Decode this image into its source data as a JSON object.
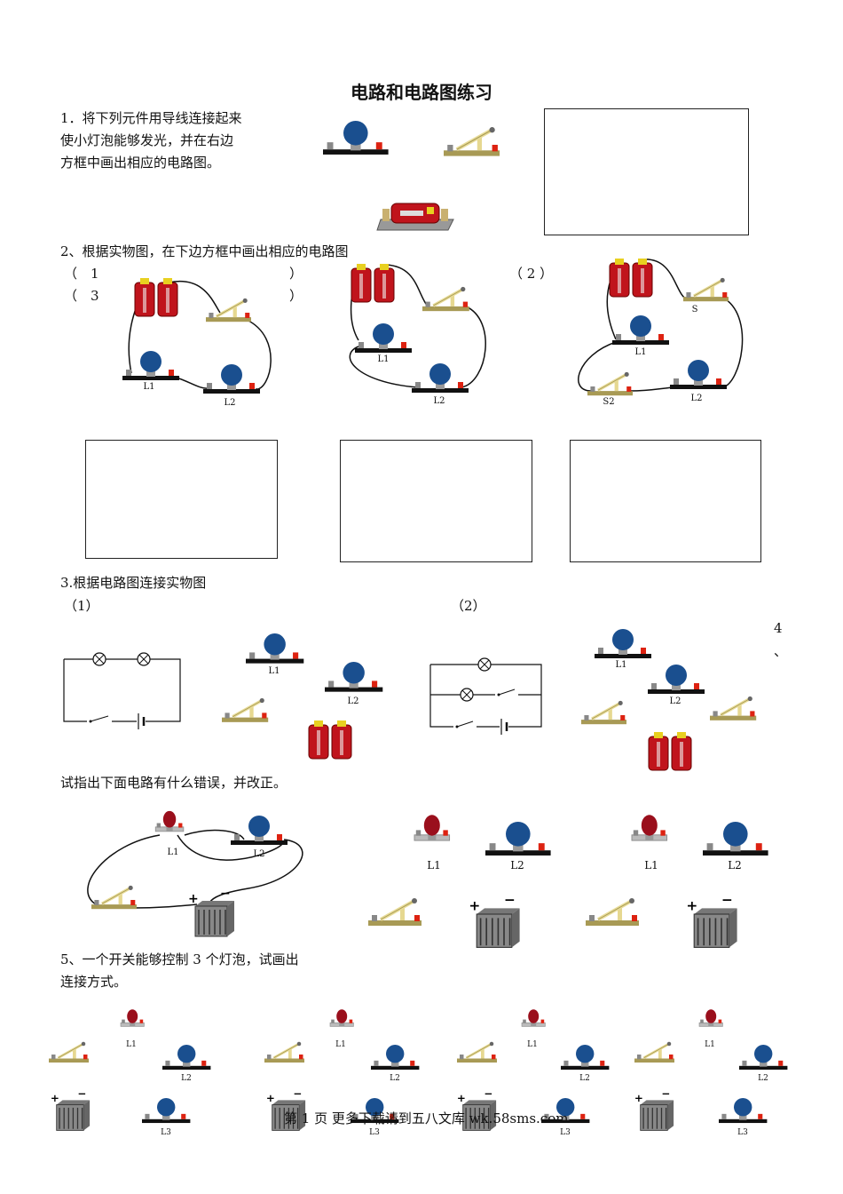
{
  "title": "电路和电路图练习",
  "q1": {
    "lines": [
      "1．将下列元件用导线连接起来",
      "使小灯泡能够发光，并在右边",
      "方框中画出相应的电路图。"
    ]
  },
  "q2": {
    "heading": "2、根据实物图，在下边方框中画出相应的电路图",
    "p1a": "（　1",
    "p1b": "）",
    "p3a": "（　3",
    "p3b": "）",
    "p2": "（ 2 ）"
  },
  "q3": {
    "heading": "3.根据电路图连接实物图",
    "sub1": "（1）",
    "sub2": "（2）"
  },
  "q4": {
    "number": "4",
    "mark": "、",
    "heading": "试指出下面电路有什么错误，并改正。"
  },
  "q5": {
    "lines": [
      "5、一个开关能够控制 3 个灯泡，试画出",
      "连接方式。"
    ]
  },
  "labels": {
    "L1": "L1",
    "L2": "L2",
    "L3": "L3",
    "S": "S",
    "S2": "S2",
    "plus": "+",
    "minus": "−"
  },
  "footer": "第 1 页 更多下载请到五八文库 wk.58sms.com",
  "colors": {
    "bulb_blue": "#1a4f8f",
    "bulb_red": "#9a0f1c",
    "cell_red": "#c0141c"
  }
}
